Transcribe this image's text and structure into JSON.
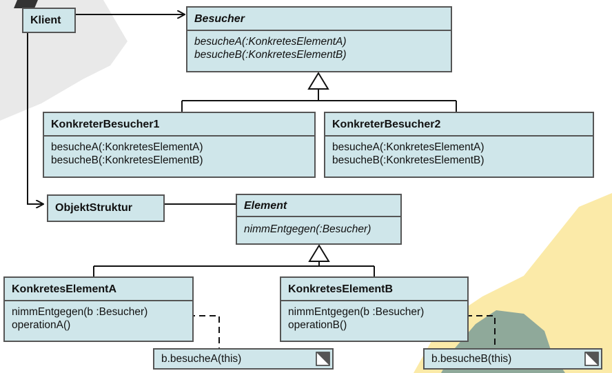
{
  "classes": {
    "klient": {
      "name": "Klient"
    },
    "besucher": {
      "name": "Besucher",
      "methods": [
        "besucheA(:KonkretesElementA)",
        "besucheB(:KonkretesElementB)"
      ]
    },
    "konkreter_besucher1": {
      "name": "KonkreterBesucher1",
      "methods": [
        "besucheA(:KonkretesElementA)",
        "besucheB(:KonkretesElementB)"
      ]
    },
    "konkreter_besucher2": {
      "name": "KonkreterBesucher2",
      "methods": [
        "besucheA(:KonkretesElementA)",
        "besucheB(:KonkretesElementB)"
      ]
    },
    "objekt_struktur": {
      "name": "ObjektStruktur"
    },
    "element": {
      "name": "Element",
      "methods": [
        "nimmEntgegen(:Besucher)"
      ]
    },
    "konkretes_element_a": {
      "name": "KonkretesElementA",
      "methods": [
        "nimmEntgegen(b :Besucher)",
        "operationA()"
      ]
    },
    "konkretes_element_b": {
      "name": "KonkretesElementB",
      "methods": [
        "nimmEntgegen(b :Besucher)",
        "operationB()"
      ]
    }
  },
  "notes": {
    "note_a": "b.besucheA(this)",
    "note_b": "b.besucheB(this)"
  },
  "colors": {
    "class_fill": "#cfe6ea",
    "border": "#555555",
    "gear_gray": "#e9e9e9",
    "gear_yellow": "#fbeaa8",
    "gear_green": "#8fa99a"
  }
}
